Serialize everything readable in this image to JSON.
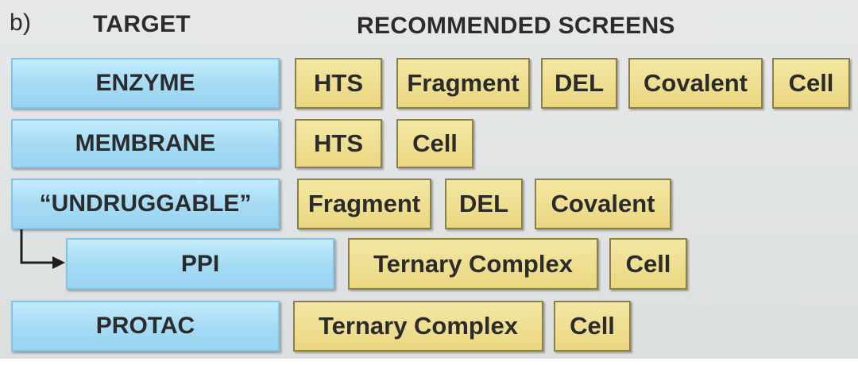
{
  "panel_label": "b)",
  "headers": {
    "target": "TARGET",
    "screens": "RECOMMENDED SCREENS"
  },
  "rows": [
    {
      "target": "ENZYME",
      "screens": [
        "HTS",
        "Fragment",
        "DEL",
        "Covalent",
        "Cell"
      ]
    },
    {
      "target": "MEMBRANE",
      "screens": [
        "HTS",
        "Cell"
      ]
    },
    {
      "target": "“UNDRUGGABLE”",
      "screens": [
        "Fragment",
        "DEL",
        "Covalent"
      ]
    },
    {
      "target": "PPI",
      "screens": [
        "Ternary Complex",
        "Cell"
      ]
    },
    {
      "target": "PROTAC",
      "screens": [
        "Ternary Complex",
        "Cell"
      ]
    }
  ],
  "colors": {
    "target_fill": "#a4daf4",
    "screen_fill": "#ead780",
    "background": "#dcdfe0"
  }
}
